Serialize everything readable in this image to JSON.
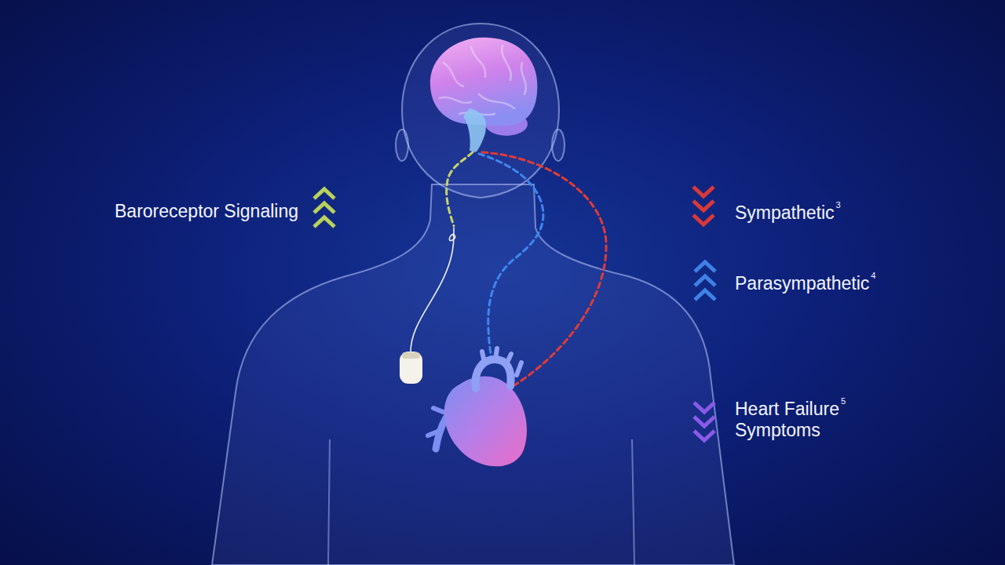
{
  "diagram": {
    "labels": [
      "Baroreceptor Signaling",
      "Sympathetic",
      "3",
      "Parasympathetic",
      "4",
      "Heart Failure Symptoms",
      "5"
    ]
  }
}
